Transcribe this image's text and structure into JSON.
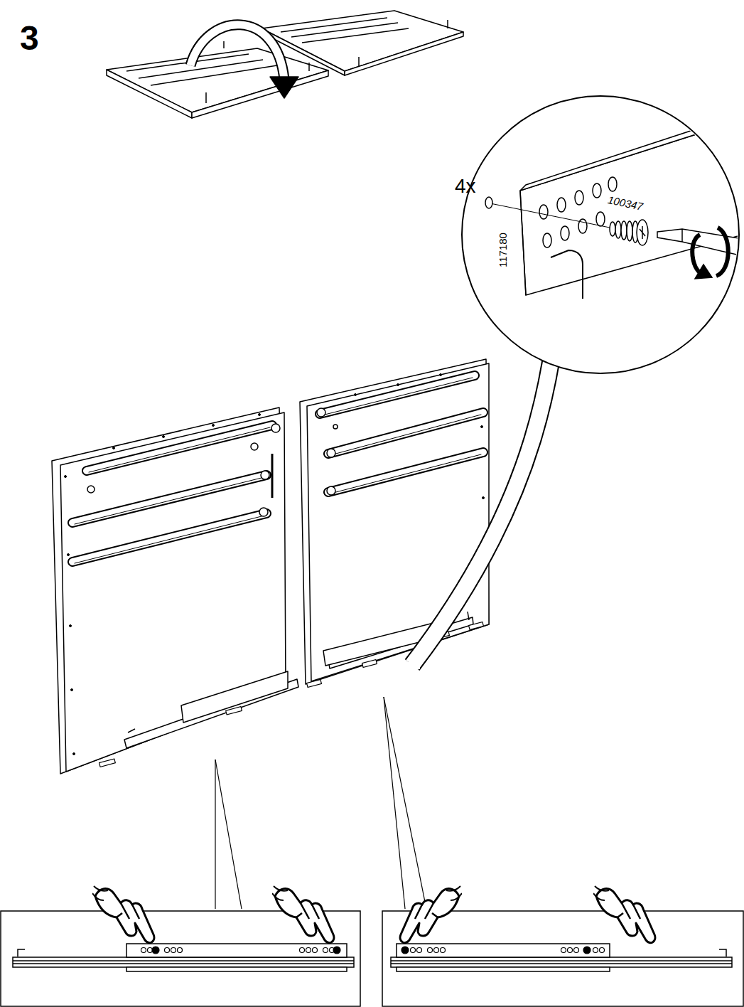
{
  "diagram": {
    "labels": [
      "3",
      "4x",
      "100347",
      "117180"
    ]
  }
}
